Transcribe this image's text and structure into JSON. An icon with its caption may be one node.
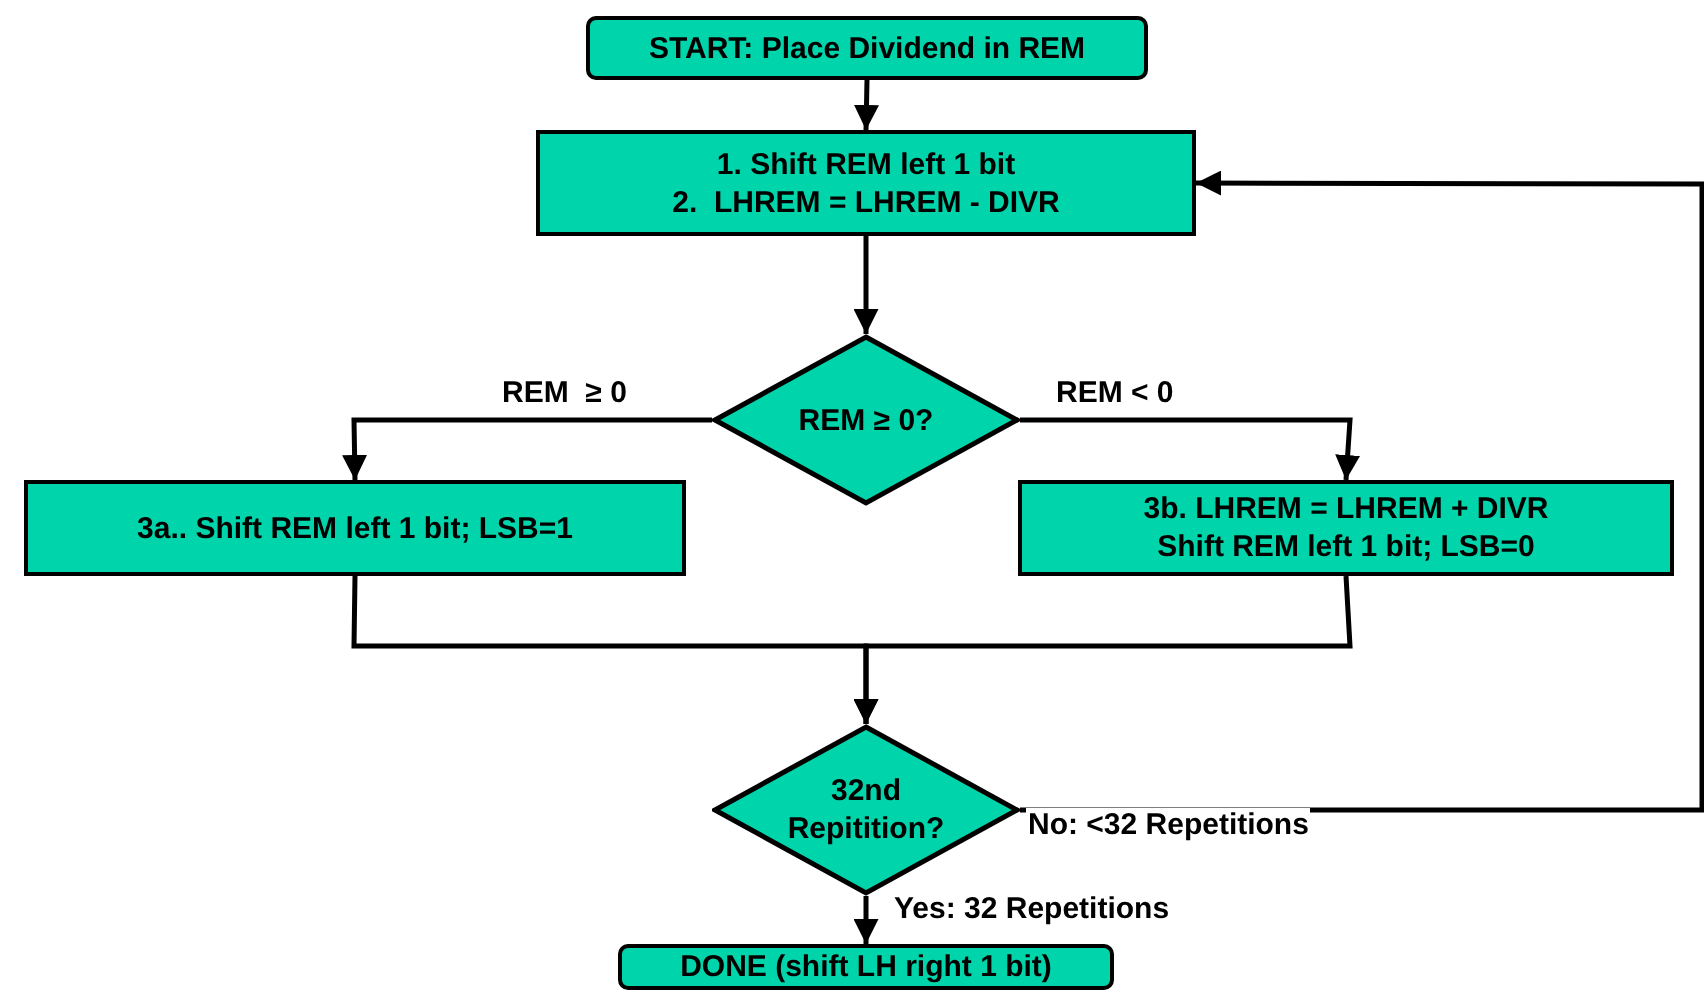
{
  "diagram": {
    "nodes": [
      {
        "text": [
          "START: Place Dividend in REM"
        ]
      },
      {
        "text": [
          "1. Shift REM left 1 bit",
          "2.  LHREM = LHREM - DIVR"
        ]
      },
      {
        "text": [
          "REM ≥ 0?"
        ]
      },
      {
        "text": [
          "3a.. Shift REM left 1 bit; LSB=1"
        ]
      },
      {
        "text": [
          "3b. LHREM = LHREM + DIVR",
          "Shift REM left 1 bit; LSB=0"
        ]
      },
      {
        "text": [
          "32nd Repitition?"
        ]
      },
      {
        "text": [
          "DONE (shift LH right 1 bit)"
        ]
      }
    ],
    "edges": [
      {
        "from": 0,
        "to": 1,
        "arrow": "to"
      },
      {
        "from": 1,
        "to": 2,
        "arrow": "to"
      },
      {
        "from": 2,
        "to": 3,
        "arrow": "to",
        "label": "REM  ≥ 0"
      },
      {
        "from": 2,
        "to": 4,
        "arrow": "to",
        "label": "REM < 0"
      },
      {
        "from": 3,
        "to": 5,
        "arrow": "to"
      },
      {
        "from": 4,
        "to": 5,
        "arrow": "to"
      },
      {
        "from": 5,
        "to": 1,
        "arrow": "to",
        "label": "No: <32 Repetitions"
      },
      {
        "from": 5,
        "to": 6,
        "arrow": "to",
        "label": "Yes: 32 Repetitions"
      }
    ]
  }
}
